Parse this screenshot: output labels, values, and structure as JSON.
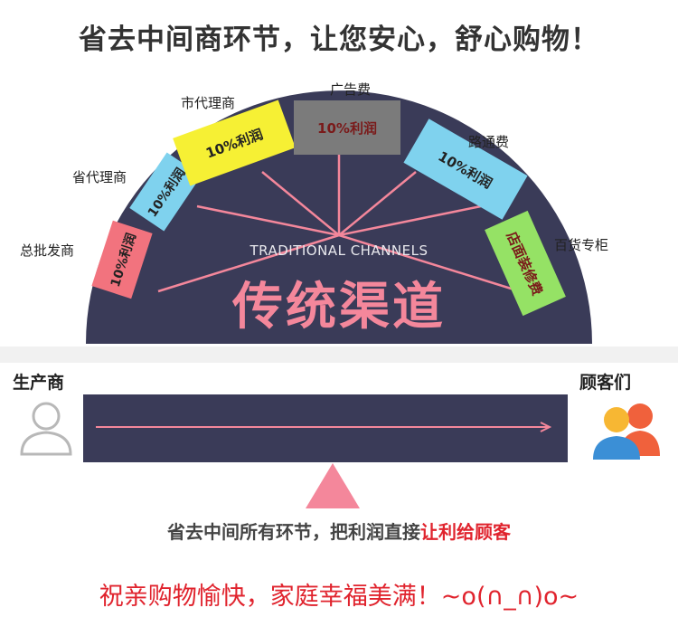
{
  "headline": "省去中间商环节，让您安心，舒心购物！",
  "segments": [
    {
      "label": "总批发商",
      "tag": "10%利润",
      "color": "#f2737e"
    },
    {
      "label": "省代理商",
      "tag": "10%利润",
      "color": "#7fd2ee"
    },
    {
      "label": "市代理商",
      "tag": "10%利润",
      "color": "#f6f034"
    },
    {
      "label": "广告费",
      "tag": "10%利润",
      "color": "#7b7b7b"
    },
    {
      "label": "路通费",
      "tag": "10%利润",
      "color": "#7fd2ee"
    },
    {
      "label": "百货专柜",
      "tag": "店面装修费",
      "color": "#95e265"
    }
  ],
  "arch": {
    "english": "TRADITIONAL CHANNELS",
    "chinese": "传统渠道",
    "fill": "#3a3b58",
    "accent": "#f4879b"
  },
  "producer_label": "生产商",
  "customer_label": "顾客们",
  "footer_note_prefix": "省去中间所有环节，把利润直接",
  "footer_note_highlight": "让利给顾客",
  "greeting": "祝亲购物愉快，家庭幸福美满！~o(∩_∩)o~"
}
